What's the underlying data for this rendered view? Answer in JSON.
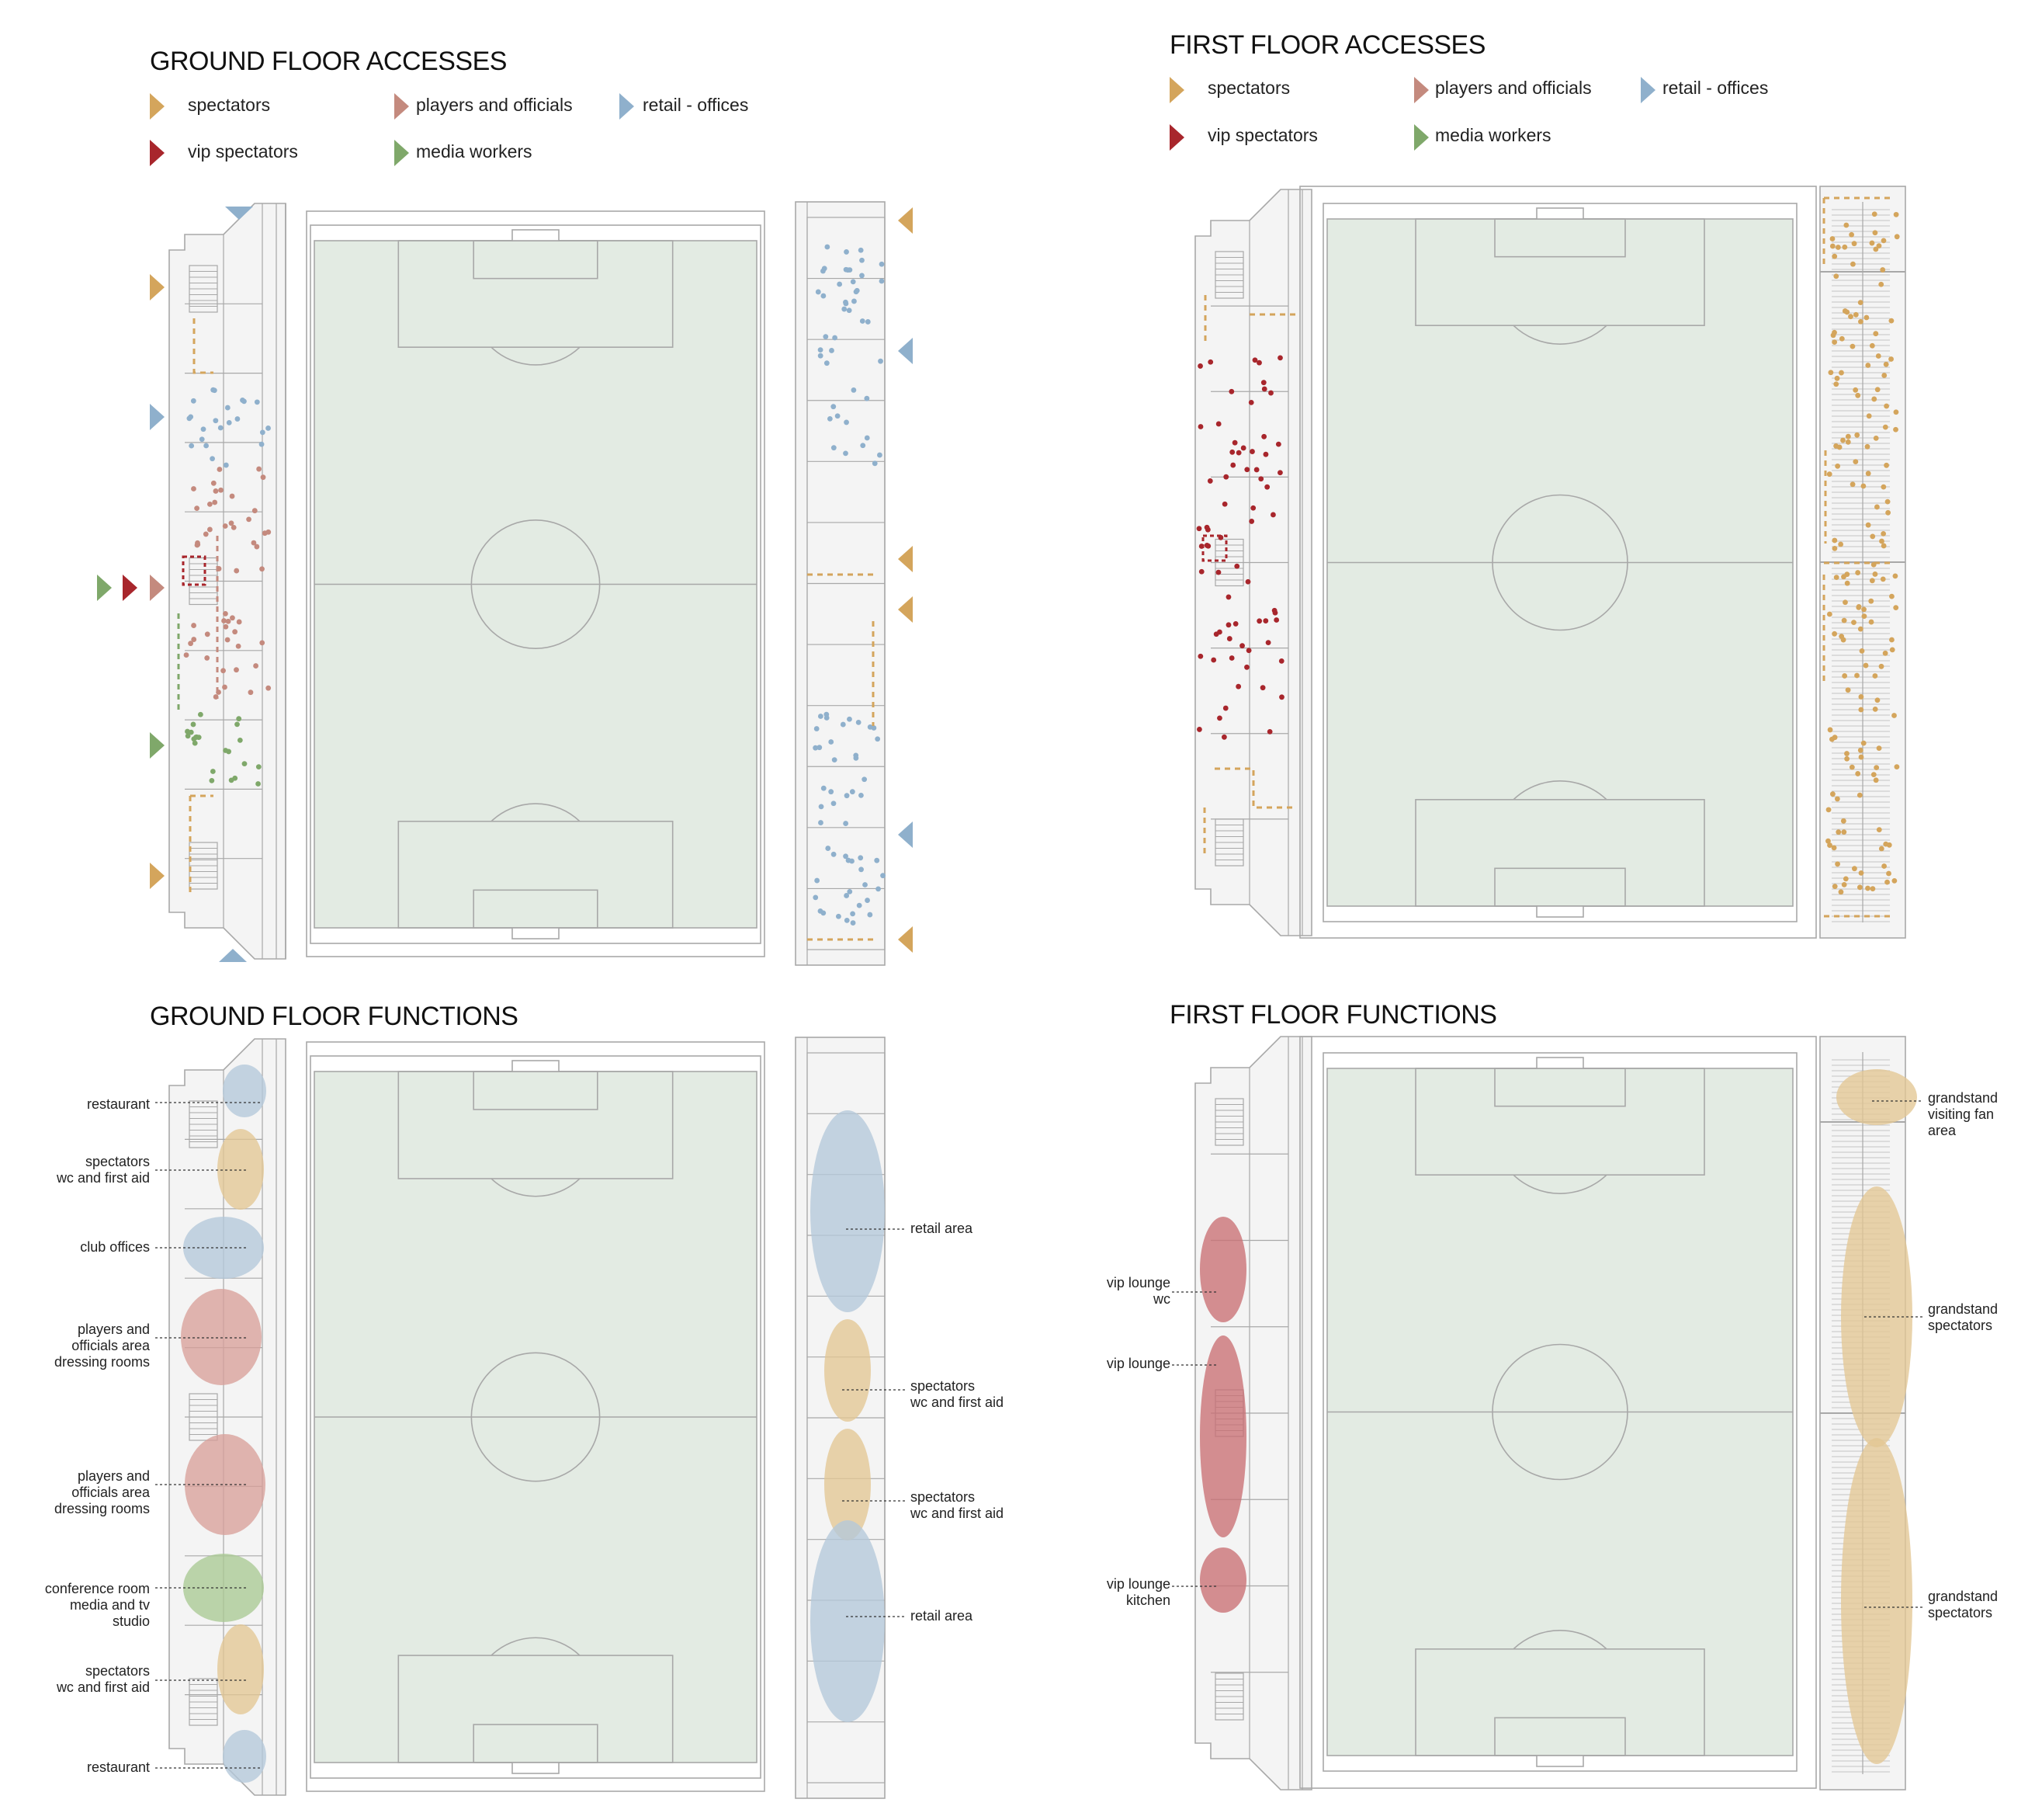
{
  "colors": {
    "spectators": "#d4a55c",
    "vip_spectators": "#a8262c",
    "players": "#c48a7e",
    "retail": "#8fb0cc",
    "media": "#7fa86a",
    "pitch": "#e3ebe3",
    "line": "#9a9a9a",
    "zone_blue": "#b3c8da",
    "zone_gold": "#e3c694",
    "zone_red": "#c96f73",
    "zone_rose": "#d9a09a",
    "zone_green": "#a9c994"
  },
  "panels": {
    "ground_access": {
      "title": "GROUND FLOOR  ACCESSES",
      "legend": [
        {
          "label": "spectators",
          "color": "spectators"
        },
        {
          "label": "players and officials",
          "color": "players"
        },
        {
          "label": "retail - offices",
          "color": "retail"
        },
        {
          "label": "vip spectators",
          "color": "vip_spectators"
        },
        {
          "label": "media workers",
          "color": "media"
        }
      ]
    },
    "first_access": {
      "title": "FIRST FLOOR ACCESSES",
      "legend": [
        {
          "label": "spectators",
          "color": "spectators"
        },
        {
          "label": "players and officials",
          "color": "players"
        },
        {
          "label": "retail - offices",
          "color": "retail"
        },
        {
          "label": "vip spectators",
          "color": "vip_spectators"
        },
        {
          "label": "media workers",
          "color": "media"
        }
      ]
    },
    "ground_functions": {
      "title": "GROUND FLOOR FUNCTIONS",
      "left_labels": [
        "restaurant",
        "spectators\nwc and first aid",
        "club offices",
        "players and\nofficials area\ndressing rooms",
        "players and\nofficials area\ndressing rooms",
        "conference room\nmedia and tv\nstudio",
        "spectators\nwc and first aid",
        "restaurant"
      ],
      "right_labels": [
        "retail area",
        "spectators\nwc and first aid",
        "spectators\nwc and first aid",
        "retail area"
      ]
    },
    "first_functions": {
      "title": "FIRST FLOOR FUNCTIONS",
      "left_labels": [
        "vip lounge\nwc",
        "vip lounge",
        "vip lounge\nkitchen"
      ],
      "right_labels": [
        "grandstand\nvisiting fan\narea",
        "grandstand\nspectators",
        "grandstand\nspectators"
      ]
    }
  }
}
